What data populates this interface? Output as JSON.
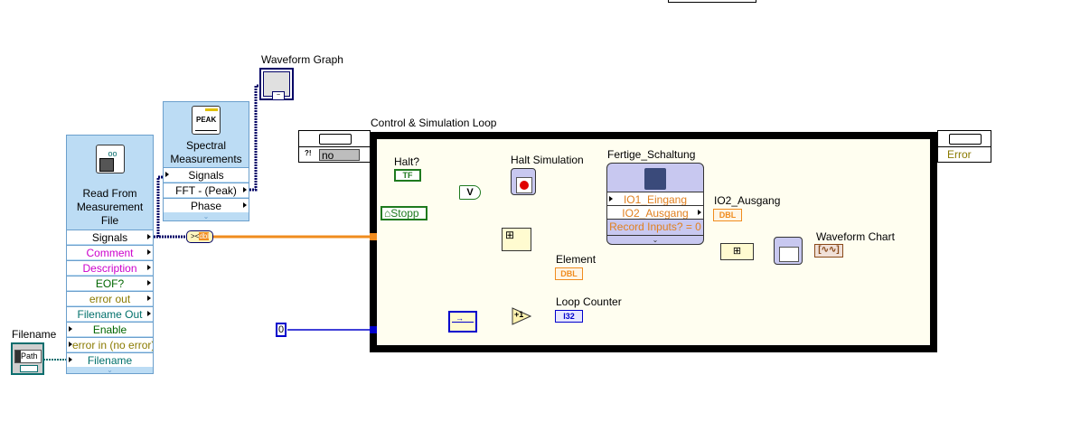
{
  "read_file": {
    "title_lines": [
      "Read From",
      "Measurement",
      "File"
    ],
    "terminals": [
      {
        "label": "Signals",
        "color": "#000000",
        "dir": "out"
      },
      {
        "label": "Comment",
        "color": "#cc00cc",
        "dir": "out"
      },
      {
        "label": "Description",
        "color": "#cc00cc",
        "dir": "out"
      },
      {
        "label": "EOF?",
        "color": "#006600",
        "dir": "out"
      },
      {
        "label": "error out",
        "color": "#8a7a00",
        "dir": "out"
      },
      {
        "label": "Filename Out",
        "color": "#00706b",
        "dir": "out"
      },
      {
        "label": "Enable",
        "color": "#006600",
        "dir": "in"
      },
      {
        "label": "error in (no error)",
        "color": "#8a7a00",
        "dir": "in"
      },
      {
        "label": "Filename",
        "color": "#00706b",
        "dir": "in"
      }
    ]
  },
  "spectral": {
    "title_lines": [
      "Spectral",
      "Measurements"
    ],
    "icon_text": "PEAK",
    "terminals": [
      {
        "label": "Signals",
        "color": "#000000",
        "dir": "in"
      },
      {
        "label": "FFT - (Peak)",
        "color": "#000000",
        "dir": "out"
      },
      {
        "label": "Phase",
        "color": "#000000",
        "dir": "out"
      }
    ]
  },
  "labels": {
    "waveform_graph": "Waveform Graph",
    "filename": "Filename",
    "path_text": "Path",
    "loop_title": "Control & Simulation Loop",
    "halt": "Halt?",
    "halt_bool": "TF",
    "stopp": "Stopp",
    "or_gate": "V",
    "halt_simulation": "Halt Simulation",
    "fertige": "Fertige_Schaltung",
    "io2_ausgang": "IO2_Ausgang",
    "element": "Element",
    "loop_counter": "Loop Counter",
    "waveform_chart": "Waveform Chart",
    "constant_zero": "0",
    "dbl": "DBL",
    "i32": "I32",
    "increment": "+1",
    "left_param_value": "no",
    "left_param_marker": "?!",
    "right_param_value": "Error"
  },
  "subsystem": {
    "terminals": [
      {
        "label": "IO1_Eingang"
      },
      {
        "label": "IO2_Ausgang"
      },
      {
        "label": "Record Inputs? = 0"
      }
    ]
  },
  "colors": {
    "express_bg": "#bcdcf4",
    "loop_bg": "#fffef0",
    "orange_wire": "#f08c1e",
    "blue_wire": "#0000cc",
    "green": "#1f7a1f",
    "waveform_wire": "#000066"
  }
}
